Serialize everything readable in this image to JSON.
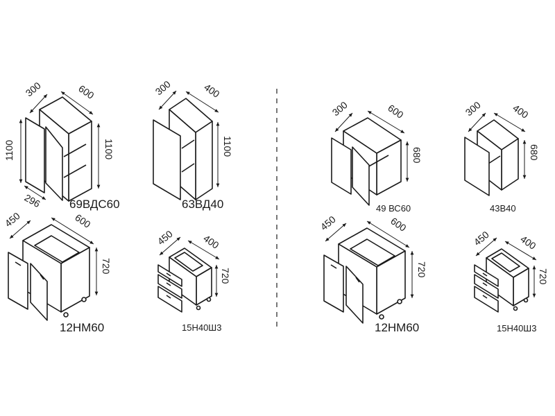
{
  "colors": {
    "line": "#1a1a1a",
    "separator": "#777777",
    "background": "#ffffff"
  },
  "modules": [
    {
      "id": "69vds60",
      "label": "69ВДС60",
      "depth": "300",
      "width": "600",
      "height_left": "1100",
      "height_right": "1100",
      "inner_depth": "296"
    },
    {
      "id": "63vd40",
      "label": "63ВД40",
      "depth": "300",
      "width": "400",
      "height": "1100"
    },
    {
      "id": "49vs60",
      "label": "49 ВС60",
      "depth": "300",
      "width": "600",
      "height": "680"
    },
    {
      "id": "43v40",
      "label": "43В40",
      "depth": "300",
      "width": "400",
      "height": "680"
    },
    {
      "id": "12nm60-left",
      "label": "12НМ60",
      "depth": "450",
      "width": "600",
      "height": "720"
    },
    {
      "id": "15n40sh3-left",
      "label": "15Н40Ш3",
      "depth": "450",
      "width": "400",
      "height": "720"
    },
    {
      "id": "12nm60-right",
      "label": "12НМ60",
      "depth": "450",
      "width": "600",
      "height": "720"
    },
    {
      "id": "15n40sh3-right",
      "label": "15Н40Ш3",
      "depth": "450",
      "width": "400",
      "height": "720"
    }
  ]
}
